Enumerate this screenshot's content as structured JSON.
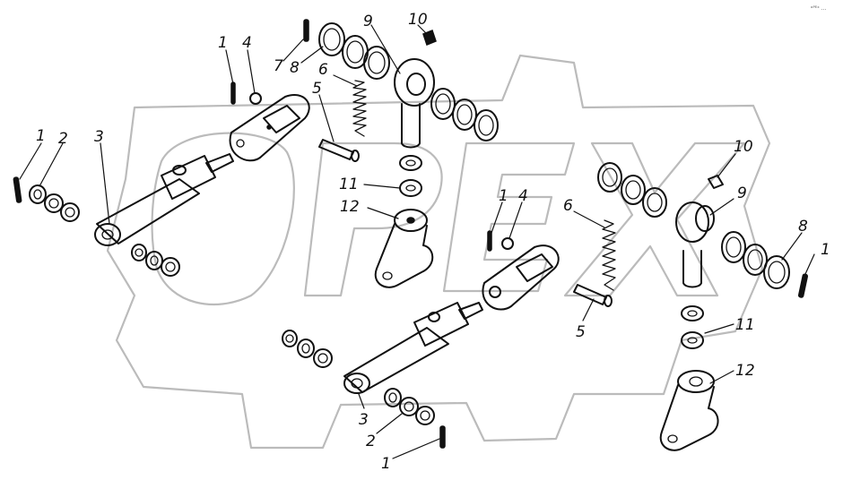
{
  "diagram": {
    "corner_mark": "ᵒᴾᴱˣ ...",
    "watermark": "OPEX",
    "part_labels": {
      "top_1": "1",
      "top_4": "4",
      "top_7": "7",
      "top_8": "8",
      "top_9": "9",
      "top_10": "10",
      "top_6": "6",
      "top_5": "5",
      "top_2_left": "2",
      "top_1_left": "1",
      "top_3": "3",
      "top_11": "11",
      "top_12": "12",
      "bot_1_mid": "1",
      "bot_4": "4",
      "bot_6": "6",
      "bot_10": "10",
      "bot_9": "9",
      "bot_8": "8",
      "bot_1_right": "1",
      "bot_5": "5",
      "bot_11": "11",
      "bot_12": "12",
      "bot_3": "3",
      "bot_2": "2",
      "bot_1_bottom": "1"
    }
  }
}
